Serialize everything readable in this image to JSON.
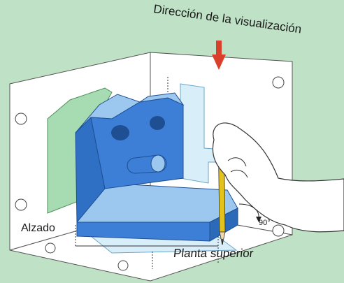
{
  "labels": {
    "view_direction": "Dirección de la visualización",
    "front_view": "Alzado",
    "top_view": "Planta superior",
    "angle": "90°"
  },
  "colors": {
    "background": "#bfe2c6",
    "box_wall": "#ffffff",
    "part_front": "#3d7fd6",
    "part_top": "#9cc8ef",
    "side_projection": "#a7dcb3",
    "front_projection": "#d8eef8",
    "arrow": "#d9402b",
    "pencil": "#e4c21c"
  }
}
